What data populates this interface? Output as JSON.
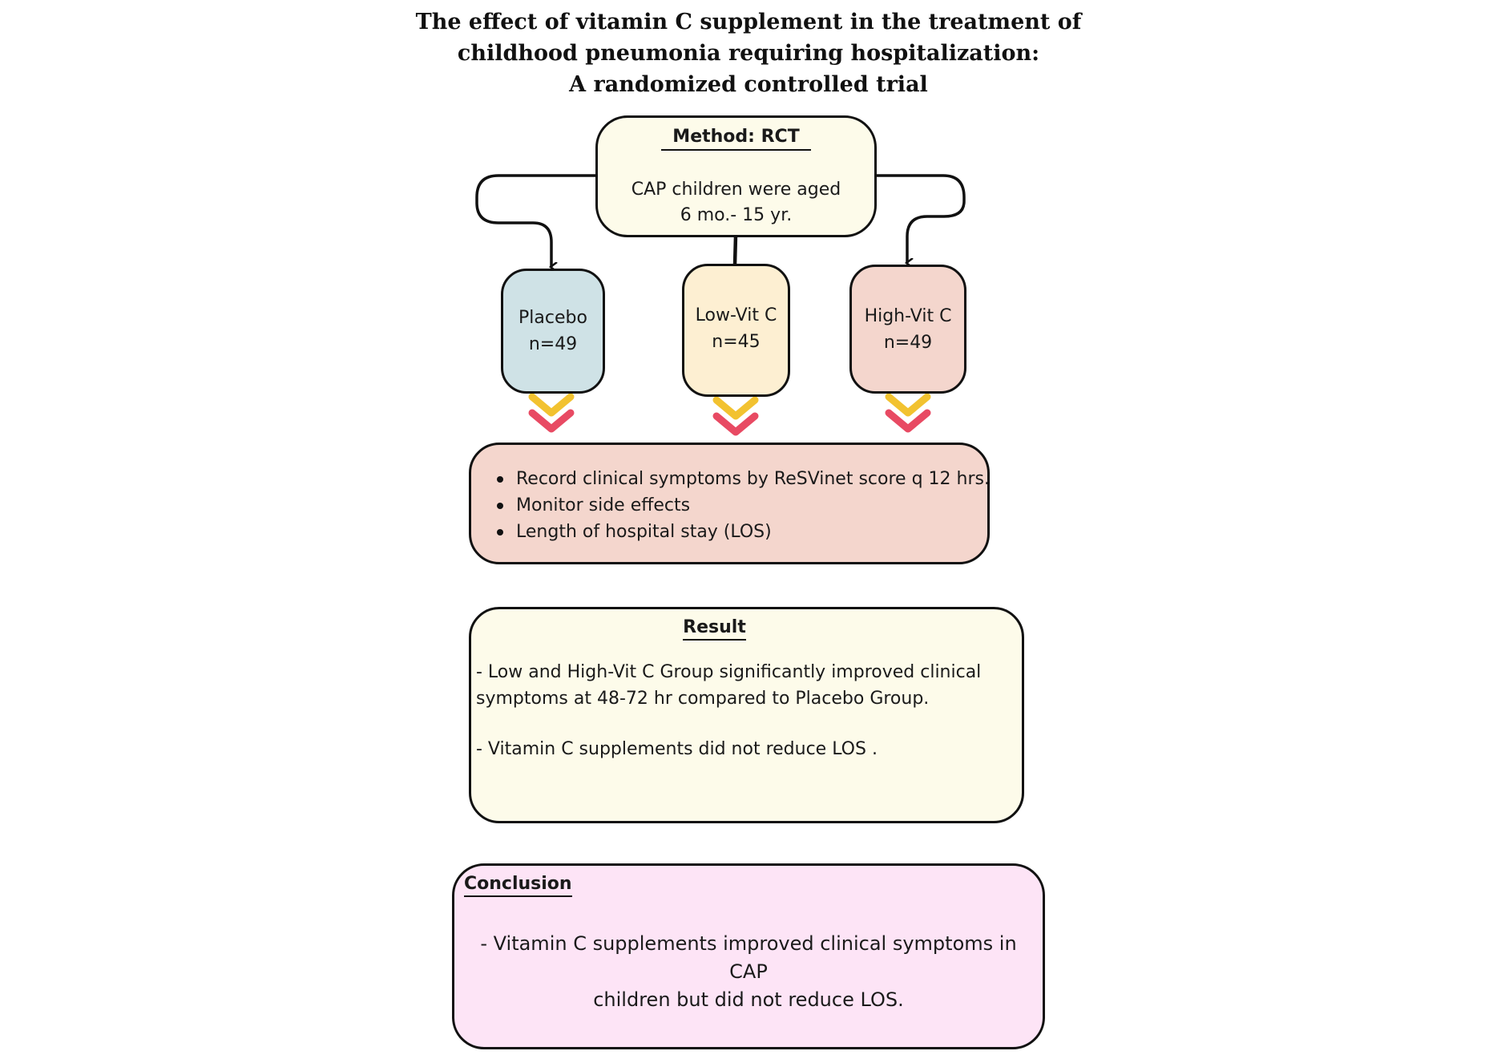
{
  "title": {
    "line1": "The effect of vitamin C supplement in the treatment of",
    "line2": "childhood pneumonia requiring hospitalization:",
    "line3": "A randomized controlled trial"
  },
  "method": {
    "heading": "Method: RCT",
    "line1": "CAP children  were aged",
    "line2": "6 mo.- 15 yr."
  },
  "groups": [
    {
      "name": "Placebo",
      "n": "n=49",
      "color": "#cfe2e6"
    },
    {
      "name": "Low-Vit C",
      "n": "n=45",
      "color": "#fdefd2"
    },
    {
      "name": "High-Vit C",
      "n": "n=49",
      "color": "#f4d6cd"
    }
  ],
  "outcomes": [
    "Record clinical symptoms by ReSVinet  score q 12 hrs.",
    "Monitor side effects",
    "Length of hospital stay (LOS)"
  ],
  "result": {
    "heading": "Result",
    "finding1_line1": "- Low and High-Vit C Group significantly improved clinical",
    "finding1_line2": "symptoms at 48-72 hr compared to Placebo Group.",
    "finding2": "- Vitamin C supplements did not reduce LOS ."
  },
  "conclusion": {
    "heading": "Conclusion",
    "line1": "- Vitamin C supplements improved clinical symptoms in CAP",
    "line2": "children but did not  reduce LOS."
  },
  "colors": {
    "chevron_top": "#f2c230",
    "chevron_bottom": "#e84a63",
    "method_bg": "#fdfbea",
    "conclusion_bg": "#fde4f6"
  }
}
